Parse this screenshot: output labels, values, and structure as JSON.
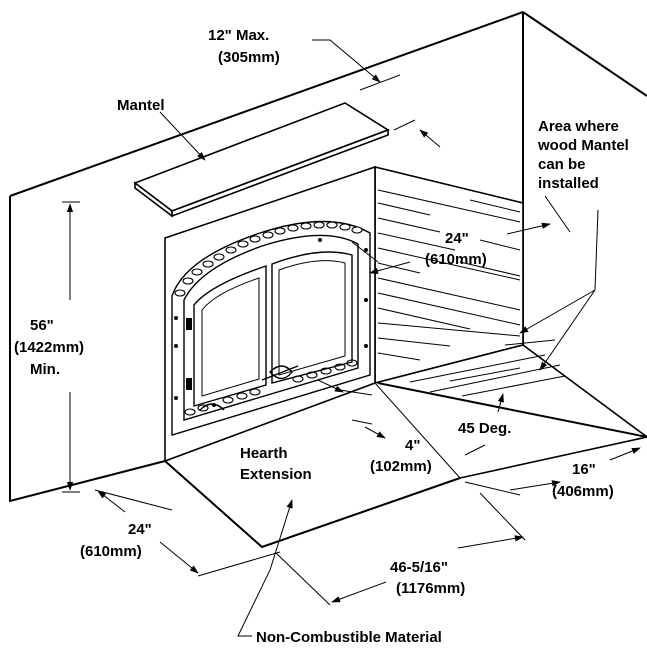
{
  "labels": {
    "mantel_clearance_in": "12\" Max.",
    "mantel_clearance_mm": "(305mm)",
    "mantel": "Mantel",
    "area_line1": "Area where",
    "area_line2": "wood Mantel",
    "area_line3": "can be",
    "area_line4": "installed",
    "height_in": "56\"",
    "height_mm": "(1422mm)",
    "height_qual": "Min.",
    "side_wall_in": "24\"",
    "side_wall_mm": "(610mm)",
    "hearth_line1": "Hearth",
    "hearth_line2": "Extension",
    "front_ext_in": "4\"",
    "front_ext_mm": "(102mm)",
    "angle": "45 Deg.",
    "side_hearth_in": "16\"",
    "side_hearth_mm": "(406mm)",
    "left_hearth_in": "24\"",
    "left_hearth_mm": "(610mm)",
    "width_in": "46-5/16\"",
    "width_mm": "(1176mm)",
    "material": "Non-Combustible Material"
  }
}
